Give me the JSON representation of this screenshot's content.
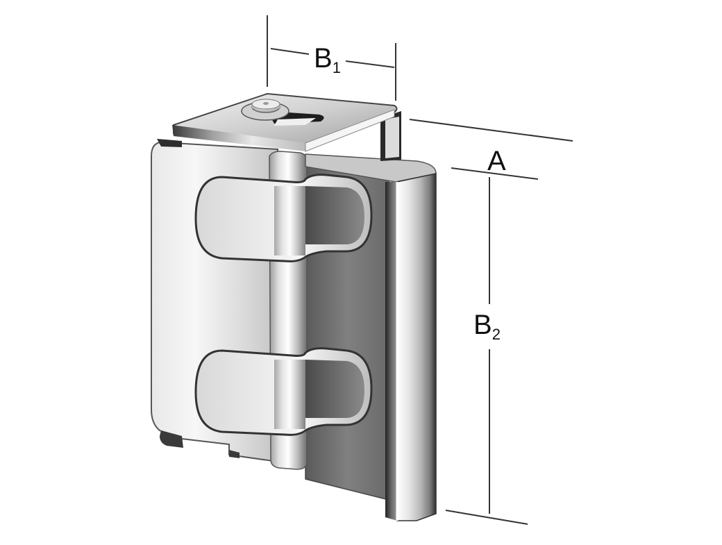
{
  "diagram": {
    "type": "technical-drawing",
    "subject": "metal bracket / lock fitting with two oblong slots and top slotted plate with stud",
    "background": "#ffffff",
    "line_color": "#333333"
  },
  "dimensions": {
    "B1": {
      "letter": "B",
      "subscript": "1",
      "description": "top plate width"
    },
    "A": {
      "letter": "A",
      "subscript": "",
      "description": "depth from flange to top plate edge"
    },
    "B2": {
      "letter": "B",
      "subscript": "2",
      "description": "flange height"
    }
  }
}
